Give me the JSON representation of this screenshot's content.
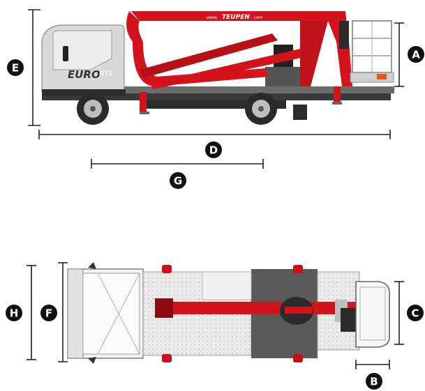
{
  "dimension_labels": {
    "a": "A",
    "b": "B",
    "c": "C",
    "d": "D",
    "e": "E",
    "f": "F",
    "g": "G",
    "h": "H"
  },
  "branding": {
    "boom_logo": "TEUPEN",
    "boom_url_left": "www.",
    "boom_url_right": ".com",
    "truck_logo": "EURO",
    "truck_logo_suffix": "NT1"
  },
  "colors": {
    "boom_red": "#d4141c",
    "cab_grey": "#d8d8d8",
    "chassis_dark": "#3a3a3a",
    "badge_black": "#111111",
    "dimension_line": "#222222"
  }
}
